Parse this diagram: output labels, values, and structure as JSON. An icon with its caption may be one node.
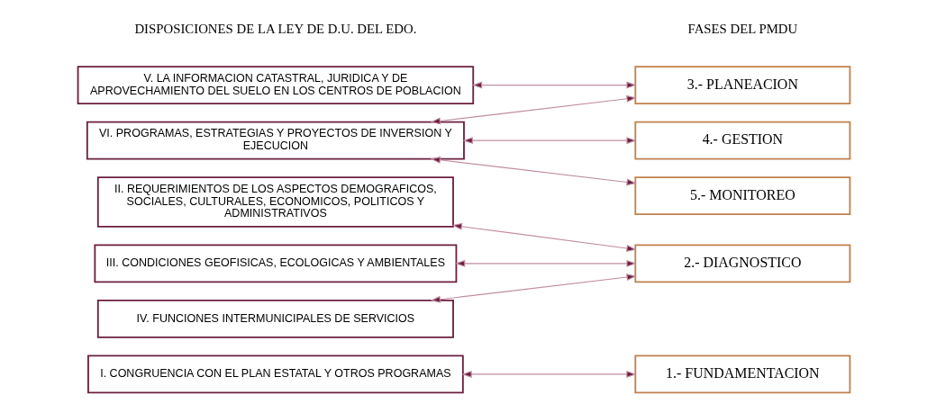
{
  "diagram": {
    "nodes": [
      {
        "text": [
          "I. CONGRUENCIA CON EL PLAN ESTATAL Y OTROS PROGRAMAS"
        ]
      },
      {
        "text": [
          "II. REQUERIMIENTOS DE LOS ASPECTOS DEMOGRAFICOS, SOCIALES, CULTURALES, ECONOMICOS, POLITICOS Y ADMINISTRATIVOS"
        ]
      },
      {
        "text": [
          "III. CONDICIONES GEOFISICAS, ECOLOGICAS Y AMBIENTALES"
        ]
      },
      {
        "text": [
          "IV. FUNCIONES INTERMUNICIPALES DE SERVICIOS"
        ]
      },
      {
        "text": [
          "V. LA INFORMACION CATASTRAL, JURIDICA Y DE APROVECHAMIENTO DEL SUELO EN LOS CENTROS DE POBLACION"
        ]
      },
      {
        "text": [
          "VI. PROGRAMAS, ESTRATEGIAS Y PROYECTOS DE INVERSION Y EJECUCION"
        ]
      },
      {
        "text": [
          "1.- FUNDAMENTACION"
        ]
      },
      {
        "text": [
          "2.- DIAGNOSTICO"
        ]
      },
      {
        "text": [
          "3.- PLANEACION"
        ]
      },
      {
        "text": [
          "4.- GESTION"
        ]
      },
      {
        "text": [
          "5.- MONITOREO"
        ]
      }
    ],
    "edges": [
      {
        "from": 0,
        "to": 6,
        "arrow": "both"
      },
      {
        "from": 1,
        "to": 7,
        "arrow": "both"
      },
      {
        "from": 2,
        "to": 7,
        "arrow": "both"
      },
      {
        "from": 3,
        "to": 7,
        "arrow": "both"
      },
      {
        "from": 4,
        "to": 8,
        "arrow": "both"
      },
      {
        "from": 5,
        "to": 8,
        "arrow": "both"
      },
      {
        "from": 5,
        "to": 9,
        "arrow": "both"
      },
      {
        "from": 5,
        "to": 10,
        "arrow": "both"
      }
    ],
    "labels": [
      "DISPOSICIONES DE LA LEY DE D.U. DEL EDO.",
      "FASES DEL PMDU"
    ]
  }
}
